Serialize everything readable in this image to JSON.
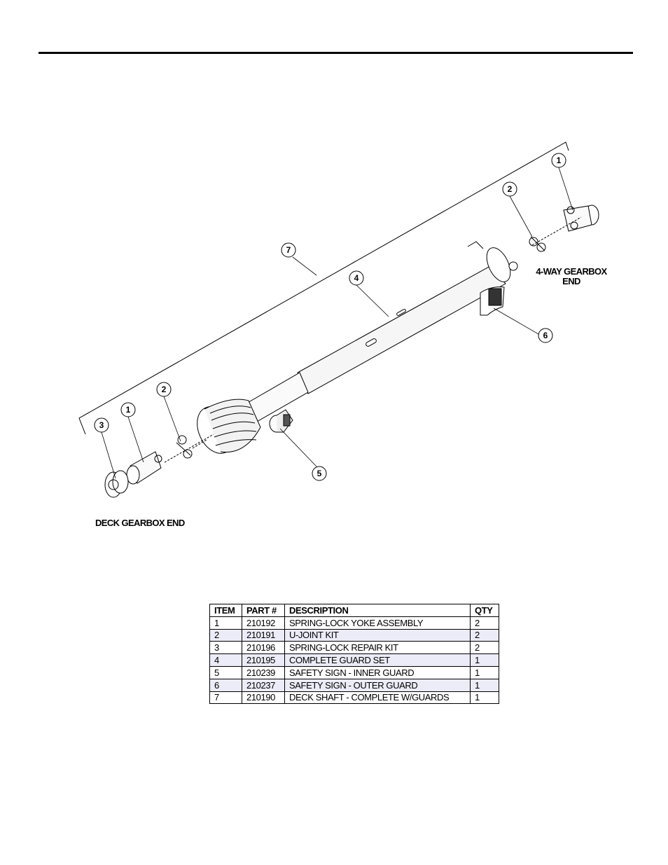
{
  "labels": {
    "four_way_end_line1": "4-WAY GEARBOX",
    "four_way_end_line2": "END",
    "deck_end": "DECK GEARBOX END"
  },
  "callouts": [
    "1",
    "2",
    "7",
    "4",
    "6",
    "5",
    "3",
    "1",
    "2"
  ],
  "table": {
    "headers": [
      "ITEM",
      "PART #",
      "DESCRIPTION",
      "QTY"
    ],
    "rows": [
      [
        "1",
        "210192",
        "SPRING-LOCK YOKE ASSEMBLY",
        "2"
      ],
      [
        "2",
        "210191",
        "U-JOINT KIT",
        "2"
      ],
      [
        "3",
        "210196",
        "SPRING-LOCK REPAIR KIT",
        "2"
      ],
      [
        "4",
        "210195",
        "COMPLETE GUARD SET",
        "1"
      ],
      [
        "5",
        "210239",
        "SAFETY SIGN - INNER GUARD",
        "1"
      ],
      [
        "6",
        "210237",
        "SAFETY SIGN - OUTER GUARD",
        "1"
      ],
      [
        "7",
        "210190",
        "DECK SHAFT - COMPLETE W/GUARDS",
        "1"
      ]
    ]
  },
  "colors": {
    "row_shade": "#ececf8"
  }
}
